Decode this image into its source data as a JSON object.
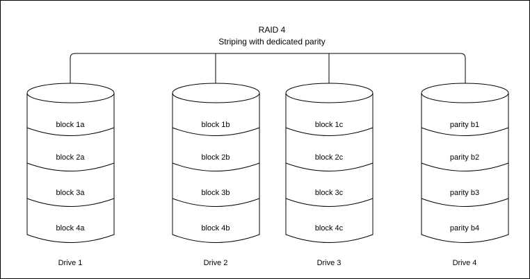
{
  "diagram": {
    "title": "RAID 4",
    "subtitle": "Striping with dedicated parity",
    "border_color": "#000000",
    "background_color": "#ffffff",
    "stroke_color": "#000000",
    "drives": [
      {
        "label": "Drive 1",
        "blocks": [
          "block 1a",
          "block 2a",
          "block 3a",
          "block 4a"
        ]
      },
      {
        "label": "Drive 2",
        "blocks": [
          "block 1b",
          "block 2b",
          "block 3b",
          "block 4b"
        ]
      },
      {
        "label": "Drive 3",
        "blocks": [
          "block 1c",
          "block 2c",
          "block 3c",
          "block 4c"
        ]
      },
      {
        "label": "Drive 4",
        "blocks": [
          "parity b1",
          "parity b2",
          "parity b3",
          "parity b4"
        ]
      }
    ]
  }
}
